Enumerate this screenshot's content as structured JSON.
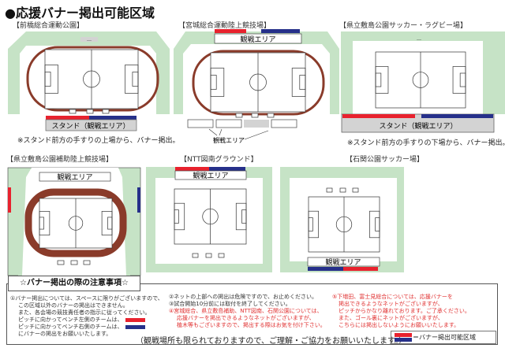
{
  "title": "●応援バナー掲出可能区域",
  "colors": {
    "red": "#e8222e",
    "blue": "#26308a",
    "green": "#c6e3c6",
    "track": "#8a3b2a",
    "gray": "#d3d3d3"
  },
  "venues": [
    {
      "name": "【前橋総合運動公園】",
      "stand": "スタンド（観戦エリア）",
      "note": "※スタンド前方の手すりの上場から、バナー掲出。",
      "marker": "…"
    },
    {
      "name": "【宮城総合運動陸上競技場】",
      "area": "観戦エリア",
      "area_label": "観戦エリア"
    },
    {
      "name": "【県立敷島公園サッカー・ラグビー場】",
      "stand": "スタンド（観戦エリア）",
      "note": "※スタンド前方の手すりの下場から、バナー掲出。",
      "marker": "…"
    },
    {
      "name": "【県立敷島公園補助陸上競技場】",
      "area": "観戦エリア"
    },
    {
      "name": "【NTT図南グラウンド】",
      "area": "観戦エリア"
    },
    {
      "name": "【石関公園サッカー場】",
      "area": "観戦エリア"
    }
  ],
  "notes": {
    "heading": "☆バナー掲出の際の注意事項☆",
    "col1": [
      "①バナー掲出については、スペースに限りがございますので、",
      "この区域以外のバナーの掲出はできません。",
      "また、各会場の競技責任者の指示に従ってください。",
      "ピッチに向かってベンチ左側のチームは、",
      "ピッチに向かってベンチ右側のチームは、",
      "にバナーの掲出をお願いいたします。"
    ],
    "col2": [
      "②ネットの上部への掲出は危険ですので、お止めください。",
      "③試合開始10分前には取付を終了してください。"
    ],
    "col2_red": [
      "④宮城総合、県立敷島補助、NTT図南、石関公園については、",
      "応援バナーを掲出できるようなネットがございますが、",
      "植木等もございますので、掲出する際はお気を付け下さい。"
    ],
    "col3_red": [
      "⑤下増田、富士見総合については、応援バナーを",
      "掲出できるようなネットがございますが、",
      "ピッチからかなり離れております。ご了承ください。",
      "また、ゴール裏にネットがございますが、",
      "こちらには掲出しないようにお願いいたします。"
    ],
    "footer": "（観戦場所も限られておりますので、ご理解・ご協力をお願いいたします。）",
    "legend": "＝バナー掲出可能区域"
  }
}
